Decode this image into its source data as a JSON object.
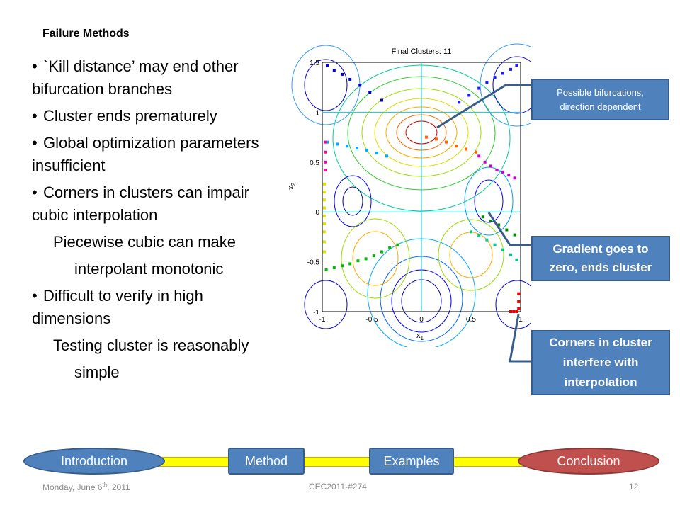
{
  "slide": {
    "title": "Failure Methods",
    "bullets": [
      {
        "text": "`Kill distance’ may end other bifurcation branches",
        "level": 0
      },
      {
        "text": "Cluster ends prematurely",
        "level": 0
      },
      {
        "text": "Global optimization parameters insufficient",
        "level": 0
      },
      {
        "text": "Corners in clusters can impair cubic interpolation",
        "level": 0
      },
      {
        "text": "Piecewise cubic can make",
        "level": 1
      },
      {
        "text": "interpolant monotonic",
        "level": 2
      },
      {
        "text": "Difficult to verify in high dimensions",
        "level": 0
      },
      {
        "text": "Testing cluster is reasonably",
        "level": 1
      },
      {
        "text": "simple",
        "level": 2
      }
    ],
    "bullet_glyph": "•"
  },
  "callouts": {
    "bifurcation": [
      "Possible bifurcations,",
      "direction dependent"
    ],
    "gradient": [
      "Gradient goes to",
      "zero, ends cluster"
    ],
    "corners": [
      "Corners in cluster",
      "interfere with",
      "interpolation"
    ],
    "fill_color": "#4f81bd"
  },
  "chart_data": {
    "type": "scatter",
    "title": "Final Clusters: 11",
    "xlabel": "x1",
    "ylabel": "x2",
    "xlim": [
      -1,
      1
    ],
    "ylim": [
      -1,
      1.5
    ],
    "x_ticks": [
      "-1",
      "-0.5",
      "0",
      "0.5",
      "1"
    ],
    "y_ticks": [
      "-1",
      "-0.5",
      "0",
      "0.5",
      "1",
      "1.5"
    ],
    "series": [
      {
        "color": "#0000cc",
        "x": [
          -0.95,
          -0.88,
          -0.8,
          -0.72,
          -0.62,
          -0.52,
          -0.4
        ],
        "y": [
          1.47,
          1.42,
          1.38,
          1.33,
          1.27,
          1.2,
          1.12
        ]
      },
      {
        "color": "#1a1aff",
        "x": [
          0.38,
          0.48,
          0.58,
          0.66,
          0.74,
          0.82,
          0.9,
          0.96
        ],
        "y": [
          1.1,
          1.17,
          1.24,
          1.3,
          1.35,
          1.39,
          1.43,
          1.47
        ]
      },
      {
        "color": "#00aaff",
        "x": [
          -0.95,
          -0.85,
          -0.75,
          -0.65,
          -0.55,
          -0.45,
          -0.35
        ],
        "y": [
          0.7,
          0.68,
          0.66,
          0.64,
          0.62,
          0.59,
          0.56
        ]
      },
      {
        "color": "#ff6600",
        "x": [
          0.05,
          0.15,
          0.25,
          0.35,
          0.45,
          0.55
        ],
        "y": [
          0.75,
          0.73,
          0.7,
          0.66,
          0.63,
          0.6
        ]
      },
      {
        "color": "#cc00cc",
        "x": [
          0.58,
          0.64,
          0.7,
          0.76,
          0.82,
          0.88,
          0.94
        ],
        "y": [
          0.56,
          0.5,
          0.46,
          0.42,
          0.4,
          0.37,
          0.34
        ]
      },
      {
        "color": "#ff00aa",
        "x": [
          -0.97,
          -0.97,
          -0.97,
          -0.97
        ],
        "y": [
          0.7,
          0.6,
          0.5,
          0.42
        ]
      },
      {
        "color": "#dddd00",
        "x": [
          -0.98,
          -0.98,
          -0.98,
          -0.98,
          -0.98,
          -0.98,
          -0.98,
          -0.98,
          -0.98
        ],
        "y": [
          0.28,
          0.2,
          0.12,
          0.04,
          -0.04,
          -0.12,
          -0.2,
          -0.3,
          -0.4
        ]
      },
      {
        "color": "#00bb00",
        "x": [
          -0.96,
          -0.88,
          -0.8,
          -0.72,
          -0.64,
          -0.56,
          -0.48,
          -0.4,
          -0.32,
          -0.24
        ],
        "y": [
          -0.58,
          -0.56,
          -0.54,
          -0.52,
          -0.49,
          -0.47,
          -0.44,
          -0.4,
          -0.36,
          -0.33
        ]
      },
      {
        "color": "#00cc88",
        "x": [
          0.5,
          0.58,
          0.66,
          0.74,
          0.82,
          0.9,
          0.96
        ],
        "y": [
          -0.2,
          -0.24,
          -0.28,
          -0.33,
          -0.38,
          -0.43,
          -0.48
        ]
      },
      {
        "color": "#008800",
        "x": [
          0.62,
          0.7,
          0.78,
          0.86,
          0.94
        ],
        "y": [
          -0.05,
          -0.09,
          -0.13,
          -0.18,
          -0.23
        ]
      },
      {
        "color": "#ee0000",
        "x": [
          0.9,
          0.93,
          0.96,
          0.98,
          0.98,
          0.98
        ],
        "y": [
          -1.0,
          -1.0,
          -1.0,
          -0.97,
          -0.9,
          -0.82
        ]
      }
    ]
  },
  "nav": {
    "items": [
      "Introduction",
      "Method",
      "Examples",
      "Conclusion"
    ]
  },
  "footer": {
    "date_prefix": "Monday, June 6",
    "date_sup": "th",
    "date_suffix": ", 2011",
    "code": "CEC2011-#274",
    "page": "12"
  }
}
